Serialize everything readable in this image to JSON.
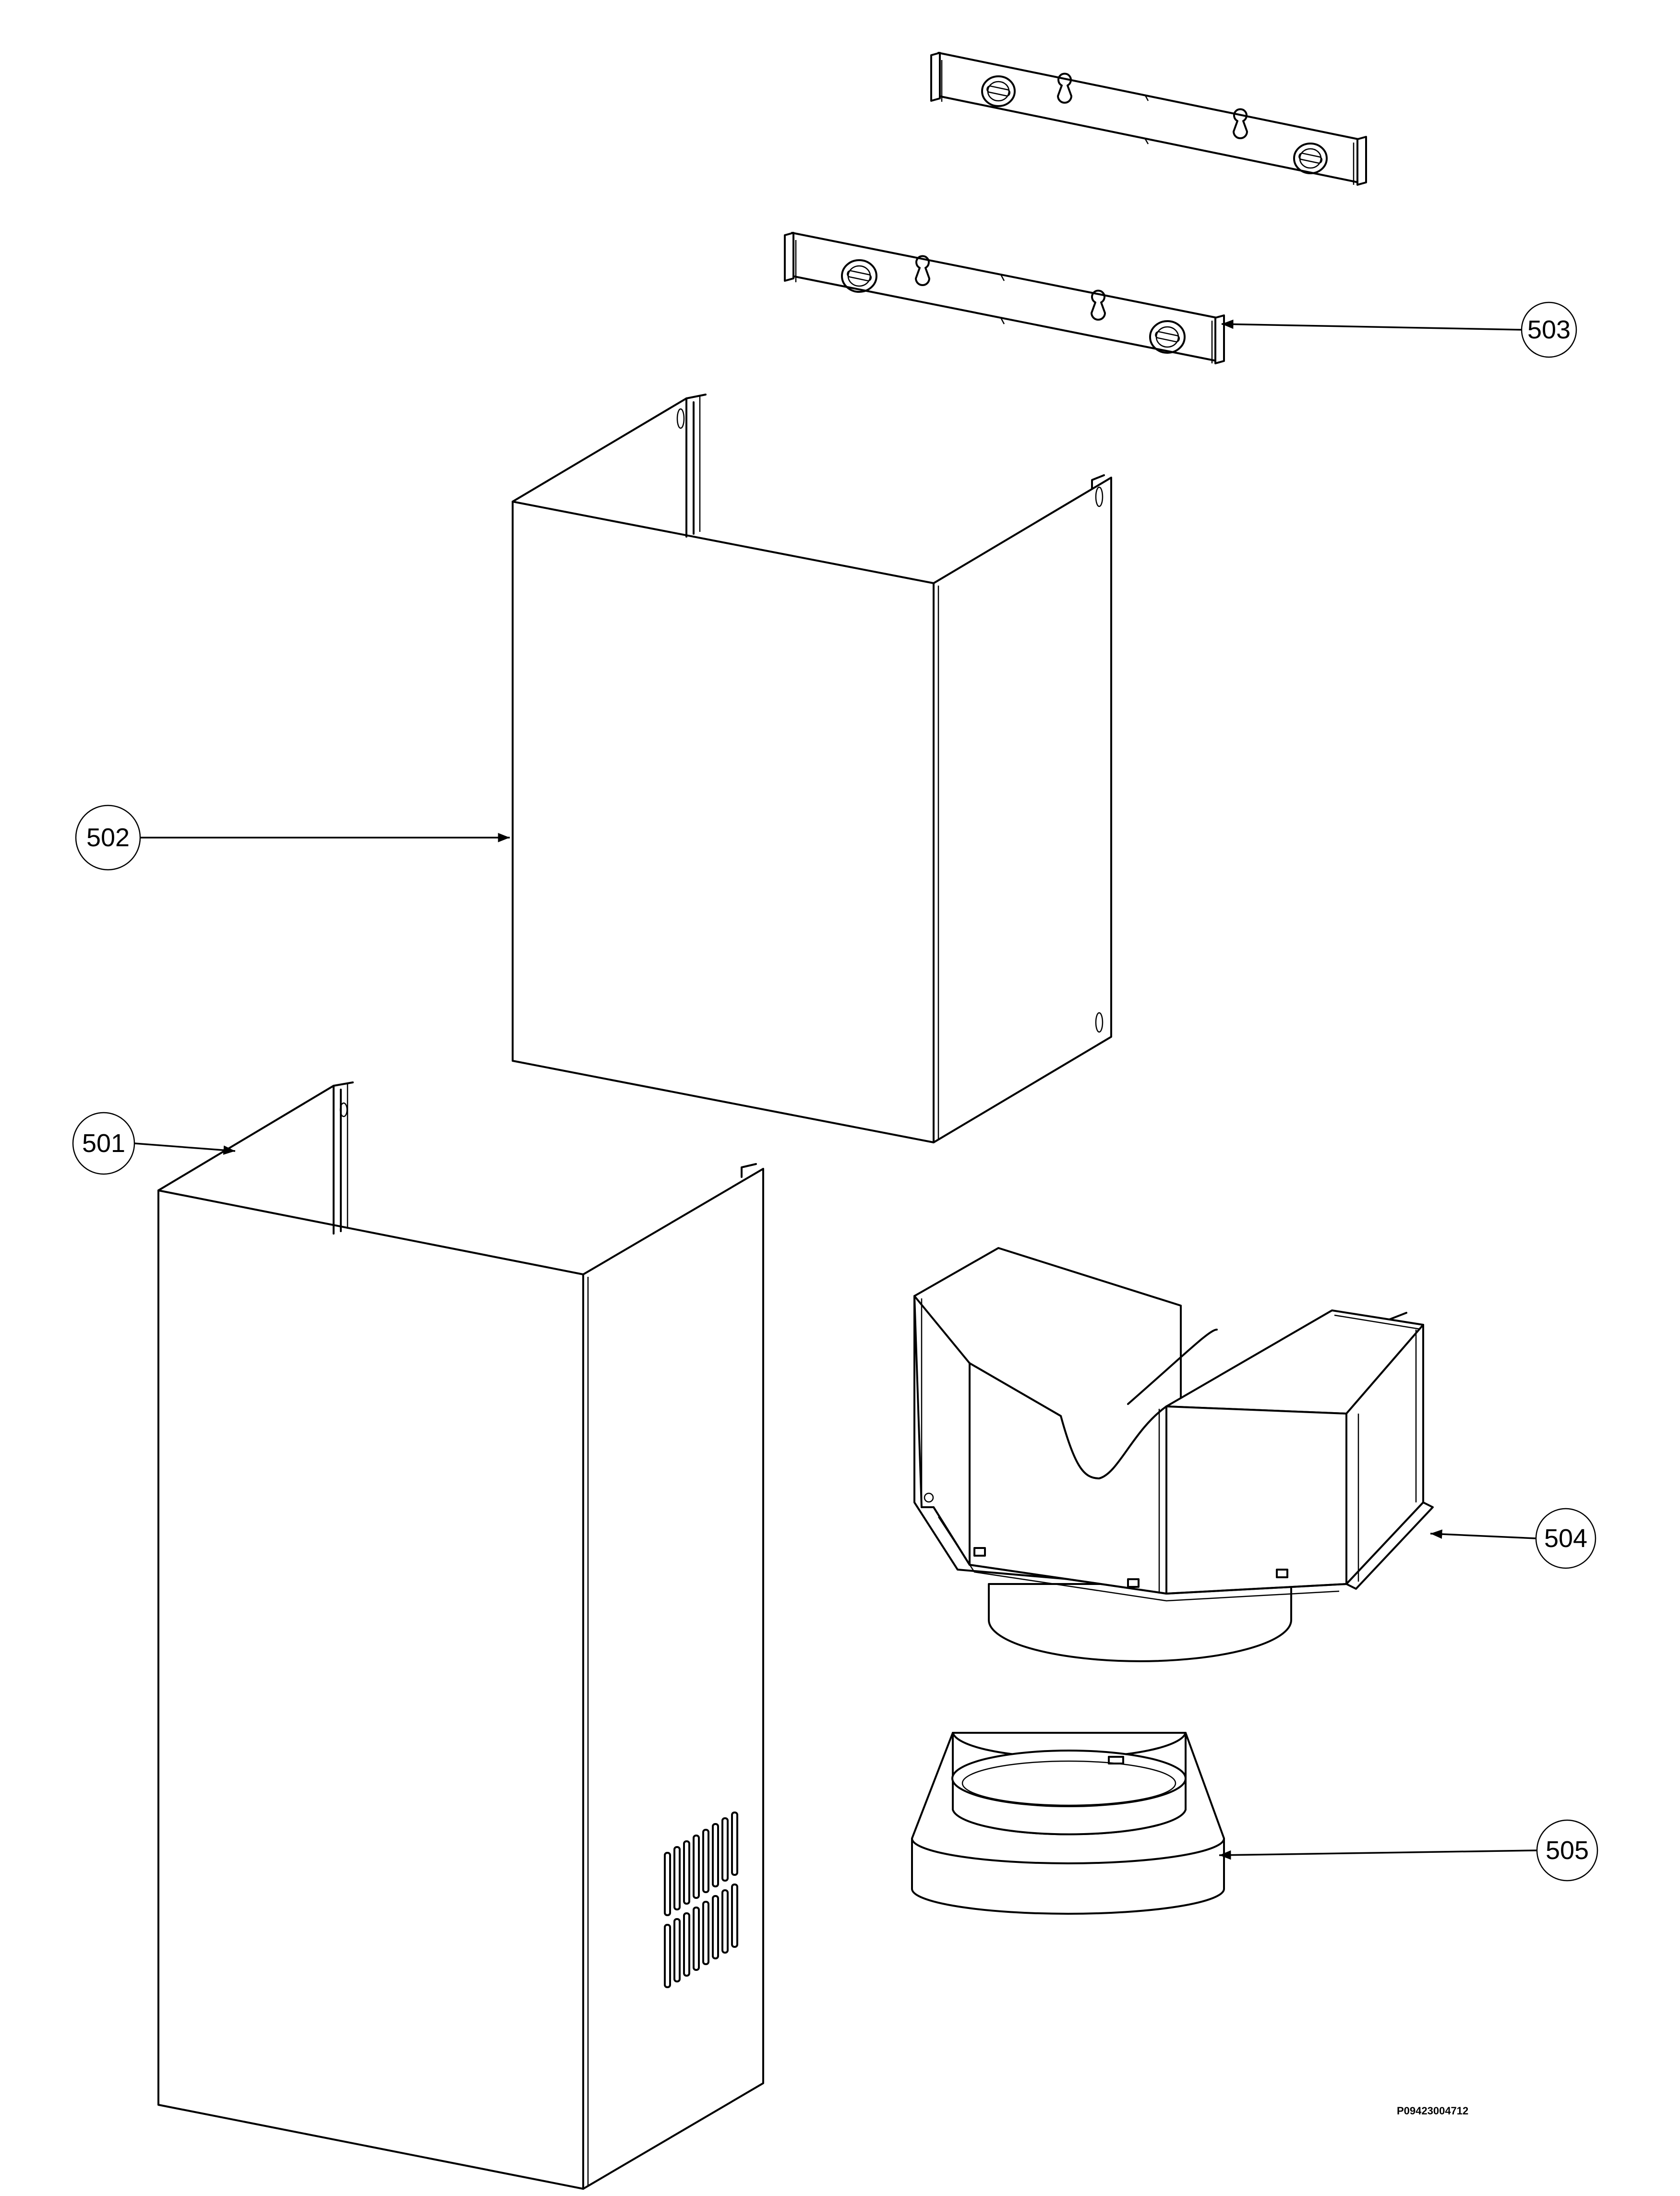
{
  "drawing_reference": "P09423004712",
  "callouts": {
    "c501": "501",
    "c502": "502",
    "c503": "503",
    "c504": "504",
    "c505": "505"
  }
}
